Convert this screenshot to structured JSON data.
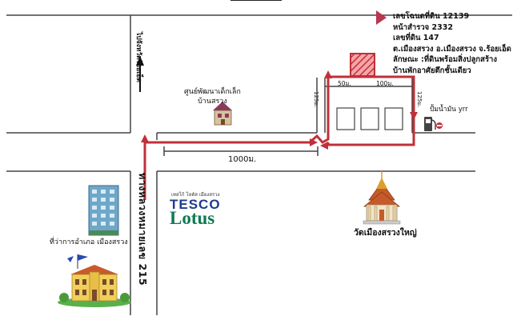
{
  "info": {
    "line1": "เลขโฉนดที่ดิน 12139",
    "line2": "หน้าสำรวจ 2332",
    "line3": "เลขที่ดิน 147",
    "line4": "ต.เมืองสรวง อ.เมืองสรวง จ.ร้อยเอ็ด",
    "line5": "ลักษณะ :ที่ดินพร้อมสิ่งปลูกสร้าง",
    "line6": "บ้านพักอาศัยตึกชั้นเดียว"
  },
  "labels": {
    "to_roiet": "ไปจังหวัดร้อยเอ็ด",
    "child_center": "ศูนย์พัฒนาเด็กเล็ก\nบ้านสรวง",
    "gas_station": "ปั้มน้ำมัน yrr",
    "dist_50": "50ม.",
    "dist_100": "100ม.",
    "dist_125_left": "125ม.",
    "dist_125_right": "125ม.",
    "dist_1000": "1000ม.",
    "highway": "ทางหลวงหมายเลข 215",
    "tesco_small": "เทสโก้ โลตัส เมืองสรวง",
    "tesco": "TESCO",
    "lotus": "Lotus",
    "temple": "วัดเมืองสรวงใหญ่",
    "district_office": "ที่ว่าการอำเภอ เมืองสรวง"
  },
  "colors": {
    "route": "#c0303a",
    "road": "#444444",
    "target": "#d7343c",
    "marker": "#b8384f"
  }
}
